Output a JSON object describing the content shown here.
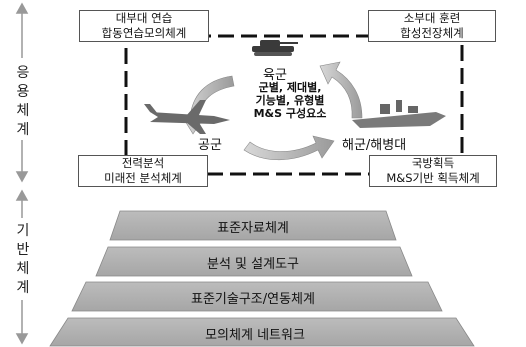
{
  "side_labels": {
    "upper": "응용체계",
    "lower": "기반체계"
  },
  "corners": {
    "top_left": {
      "line1": "대부대 연습",
      "line2": "합동연습모의체계"
    },
    "top_right": {
      "line1": "소부대 훈련",
      "line2": "합성전장체계"
    },
    "bottom_left": {
      "line1": "전력분석",
      "line2": "미래전 분석체계"
    },
    "bottom_right": {
      "line1": "국방획득",
      "line2": "M&S기반 획득체계"
    }
  },
  "center": {
    "army": "육군",
    "air_force": "공군",
    "navy": "해군/해병대",
    "components": [
      "군별, 제대별,",
      "기능별, 유형별",
      "M&S 구성요소"
    ]
  },
  "tiers": [
    "표준자료체계",
    "분석 및 설계도구",
    "표준기술구조/연동체계",
    "모의체계 네트워크"
  ]
}
